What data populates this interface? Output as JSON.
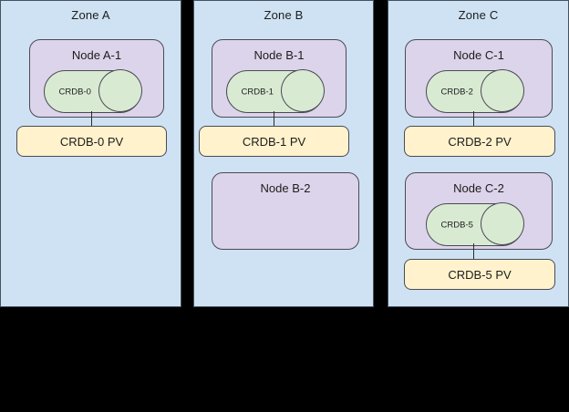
{
  "diagram": {
    "background_color": "#000000",
    "colors": {
      "zone_fill": "#cfe2f3",
      "node_fill": "#dcd4ea",
      "database_fill": "#d9ead3",
      "volume_fill": "#fff2cc",
      "stroke": "#4a4a55"
    }
  },
  "zones": [
    {
      "id": "zone-a",
      "label": "Zone A",
      "nodes": [
        {
          "id": "node-a-1",
          "label": "Node A-1",
          "database": {
            "id": "crdb-0",
            "label": "CRDB-0"
          },
          "volume": {
            "id": "crdb-0-pv",
            "label": "CRDB-0 PV"
          }
        }
      ]
    },
    {
      "id": "zone-b",
      "label": "Zone B",
      "nodes": [
        {
          "id": "node-b-1",
          "label": "Node B-1",
          "database": {
            "id": "crdb-1",
            "label": "CRDB-1"
          },
          "volume": {
            "id": "crdb-1-pv",
            "label": "CRDB-1 PV"
          }
        },
        {
          "id": "node-b-2",
          "label": "Node B-2",
          "database": null,
          "volume": null
        }
      ]
    },
    {
      "id": "zone-c",
      "label": "Zone C",
      "nodes": [
        {
          "id": "node-c-1",
          "label": "Node C-1",
          "database": {
            "id": "crdb-2",
            "label": "CRDB-2"
          },
          "volume": {
            "id": "crdb-2-pv",
            "label": "CRDB-2 PV"
          }
        },
        {
          "id": "node-c-2",
          "label": "Node C-2",
          "database": {
            "id": "crdb-5",
            "label": "CRDB-5"
          },
          "volume": {
            "id": "crdb-5-pv",
            "label": "CRDB-5 PV"
          }
        }
      ]
    }
  ]
}
